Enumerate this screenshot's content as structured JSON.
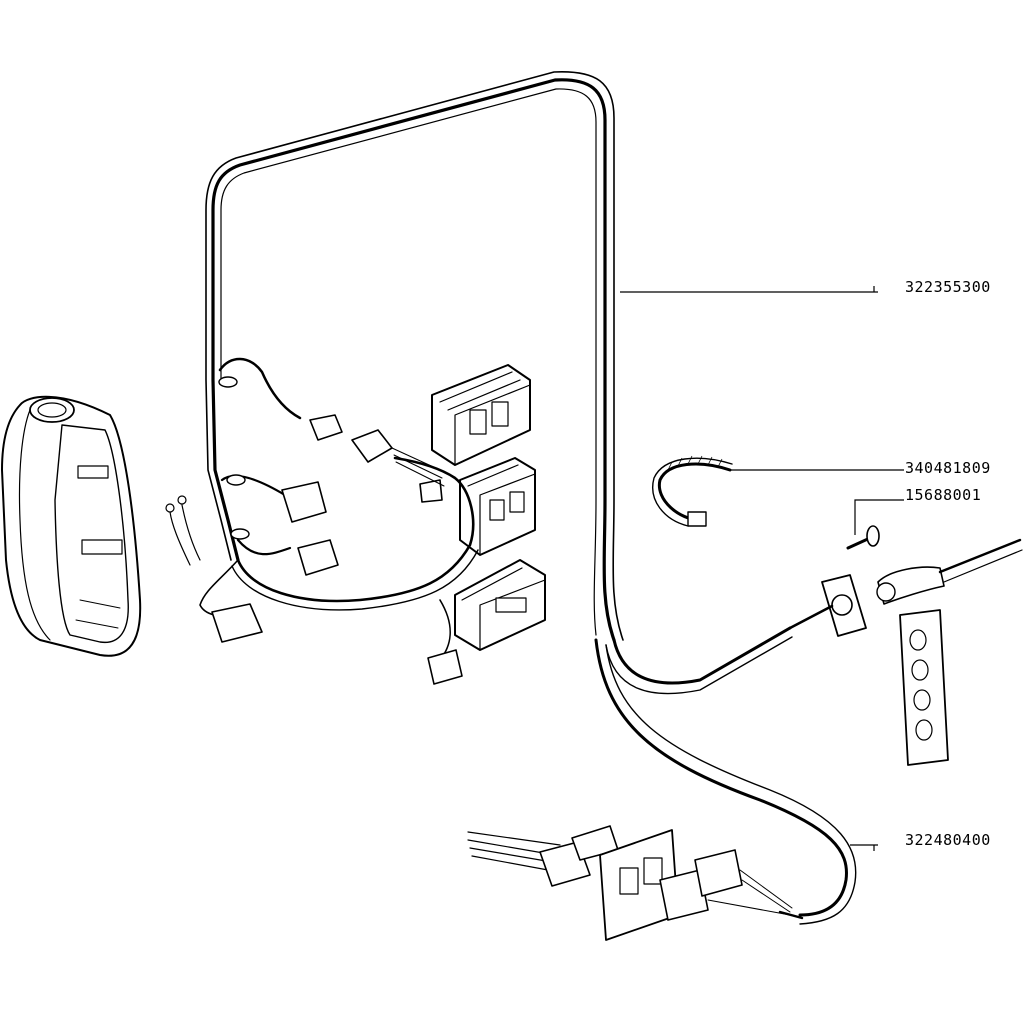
{
  "parts": {
    "main_harness": "322355300",
    "clamp": "340481809",
    "screw": "15688001",
    "lower_harness": "322480400"
  }
}
